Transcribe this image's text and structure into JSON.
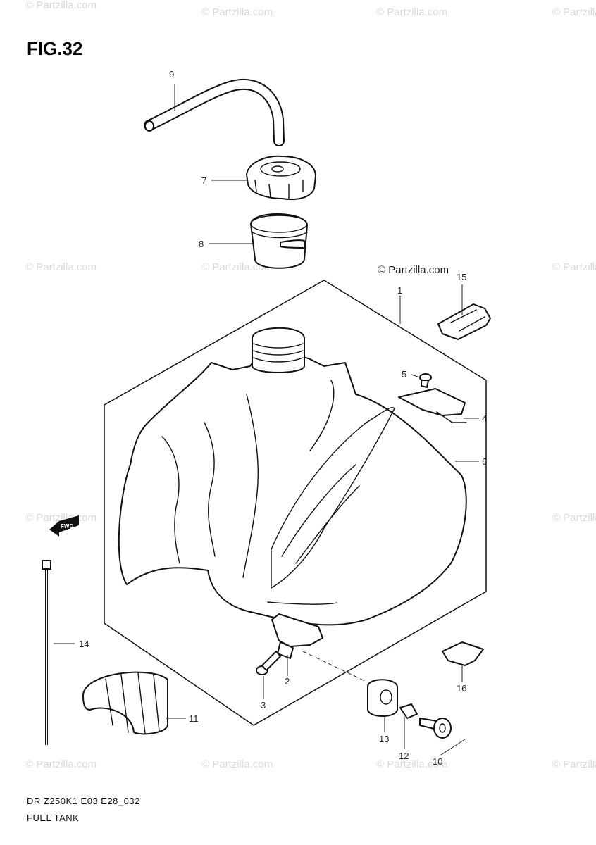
{
  "figure_title": "FIG.32",
  "watermark_text": "© Partzilla.com",
  "copyright": "© Partzilla.com",
  "fwd_label": "FWD",
  "footer": {
    "model_code": "DR Z250K1 E03 E28_032",
    "assembly_name": "FUEL TANK"
  },
  "callouts": {
    "c1": "1",
    "c2": "2",
    "c3": "3",
    "c4": "4",
    "c5": "5",
    "c6": "6",
    "c7": "7",
    "c8": "8",
    "c9": "9",
    "c10": "10",
    "c11": "11",
    "c12": "12",
    "c13": "13",
    "c14": "14",
    "c15": "15",
    "c16": "16"
  }
}
